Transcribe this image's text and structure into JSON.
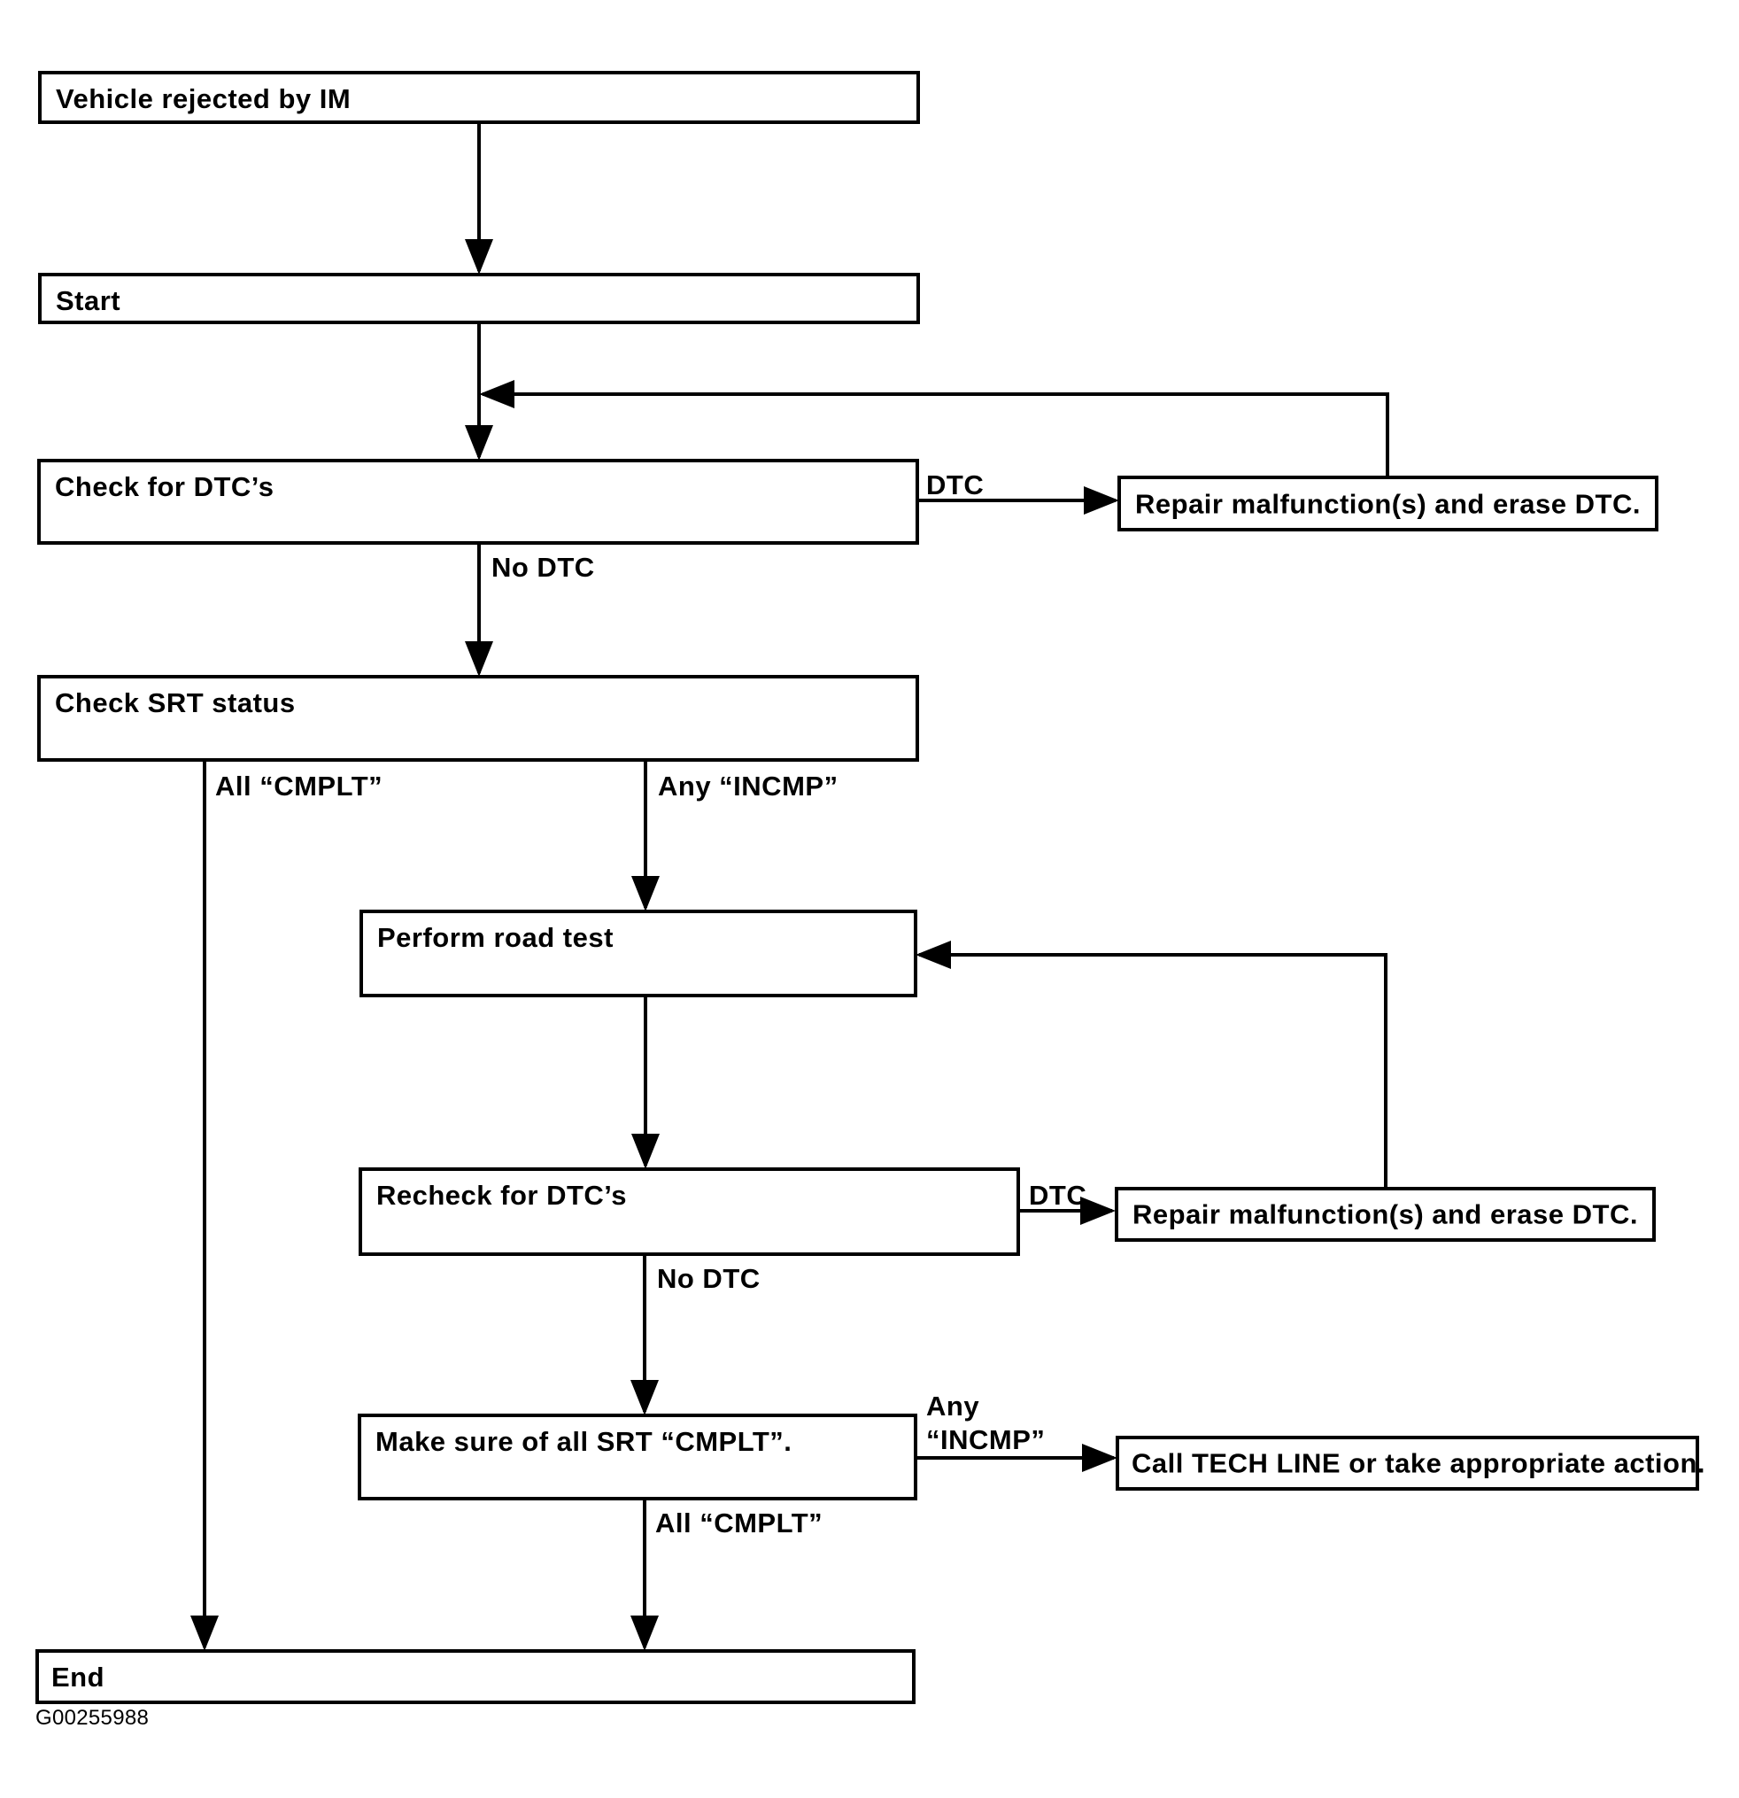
{
  "nodes": {
    "vehicle_rejected": "Vehicle rejected by IM",
    "start": "Start",
    "check_dtc": "Check for DTC’s",
    "repair_1": "Repair malfunction(s) and erase DTC.",
    "check_srt": "Check SRT status",
    "road_test": "Perform road test",
    "recheck_dtc": "Recheck for DTC’s",
    "repair_2": "Repair malfunction(s) and erase DTC.",
    "make_sure_srt": "Make sure of all SRT “CMPLT”.",
    "call_tech_line": "Call TECH LINE or take appropriate action.",
    "end": "End"
  },
  "edges": {
    "dtc_1": "DTC",
    "no_dtc_1": "No DTC",
    "all_cmplt_1": "All “CMPLT”",
    "any_incmp_1": "Any “INCMP”",
    "dtc_2": "DTC",
    "no_dtc_2": "No DTC",
    "any_incmp_2_line1": "Any",
    "any_incmp_2_line2": "“INCMP”",
    "all_cmplt_2": "All “CMPLT”"
  },
  "figure_id": "G00255988"
}
